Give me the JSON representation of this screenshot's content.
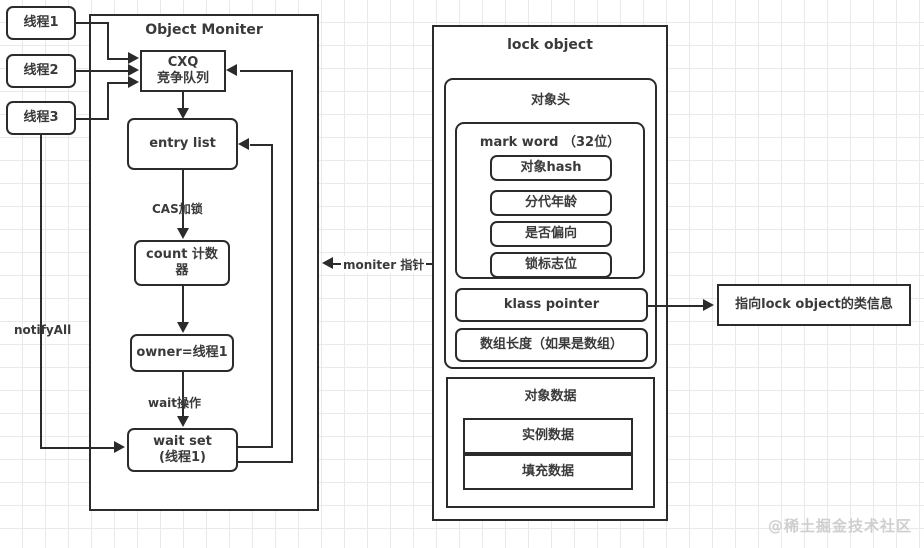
{
  "diagram": {
    "title": "Java synchronized Monitor and lock object layout",
    "watermark": "@稀土掘金技术社区"
  },
  "threads": [
    {
      "label": "线程1"
    },
    {
      "label": "线程2"
    },
    {
      "label": "线程3"
    }
  ],
  "monitor": {
    "title": "Object Moniter",
    "cxq": {
      "line1": "CXQ",
      "line2": "竞争队列"
    },
    "entry_list": {
      "label": "entry list"
    },
    "cas_label": "CAS加锁",
    "count": {
      "line1": "count 计数",
      "line2": "器"
    },
    "owner": {
      "label": "owner=线程1"
    },
    "wait_label": "wait操作",
    "wait_set": {
      "line1": "wait set",
      "line2": "(线程1)"
    },
    "notify_all_label": "notifyAll"
  },
  "pointer": {
    "moniter_label": "moniter 指针"
  },
  "lock_object": {
    "title": "lock object",
    "object_header": {
      "title": "对象头",
      "mark_word": {
        "title": "mark word  （32位）",
        "fields": [
          {
            "label": "对象hash"
          },
          {
            "label": "分代年龄"
          },
          {
            "label": "是否偏向"
          },
          {
            "label": "锁标志位"
          }
        ]
      },
      "klass_pointer": {
        "label": "klass pointer"
      },
      "array_length": {
        "label": "数组长度（如果是数组）"
      }
    },
    "object_data": {
      "title": "对象数据",
      "rows": [
        {
          "label": "实例数据"
        },
        {
          "label": "填充数据"
        }
      ]
    }
  },
  "klass_target": {
    "label": "指向lock object的类信息"
  },
  "colors": {
    "stroke": "#2b2b2b",
    "text": "#3a3a3a",
    "grid": "#e9e9ec",
    "background": "#ffffff",
    "watermark": "#cfcfcf"
  }
}
